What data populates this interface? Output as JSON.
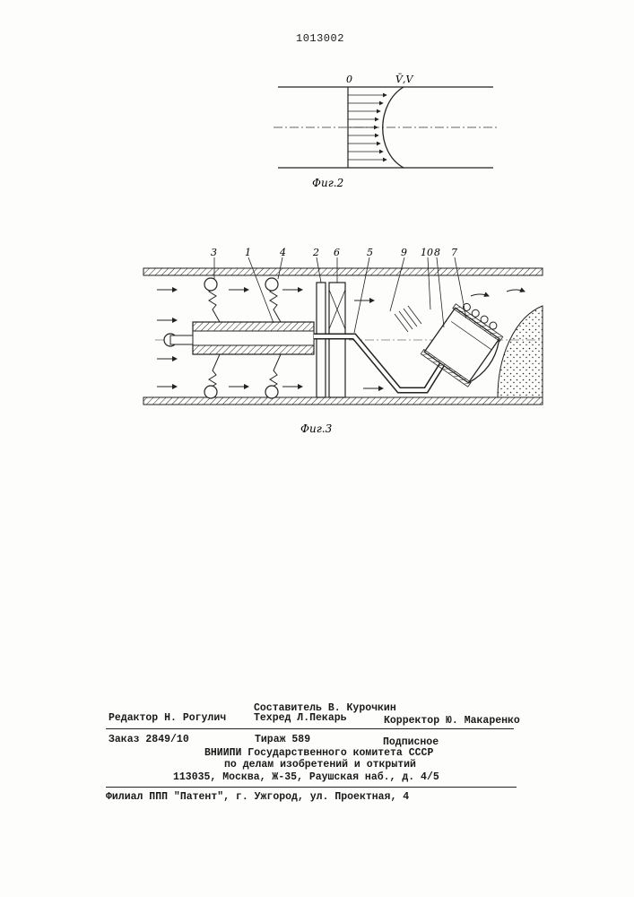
{
  "page_number": "1013002",
  "fig2": {
    "label_origin": "0",
    "label_velocity": "V̄,V",
    "caption": "Фиг.2"
  },
  "fig3": {
    "caption": "Фиг.3",
    "part_labels": [
      "3",
      "1",
      "4",
      "2",
      "6",
      "5",
      "9",
      "10",
      "8",
      "7"
    ]
  },
  "footer": {
    "editor": "Редактор Н. Рогулич",
    "compiler": "Составитель В. Курочкин",
    "techred": "Техред Л.Пекарь",
    "corrector": "Корректор Ю. Макаренко",
    "order": "Заказ 2849/10",
    "circulation": "Тираж 589",
    "subscription": "Подписное",
    "org_line1": "ВНИИПИ Государственного комитета СССР",
    "org_line2": "по делам изобретений и открытий",
    "address": "113035, Москва, Ж-35, Раушская наб., д. 4/5",
    "branch": "Филиал ППП \"Патент\", г. Ужгород, ул. Проектная, 4"
  }
}
